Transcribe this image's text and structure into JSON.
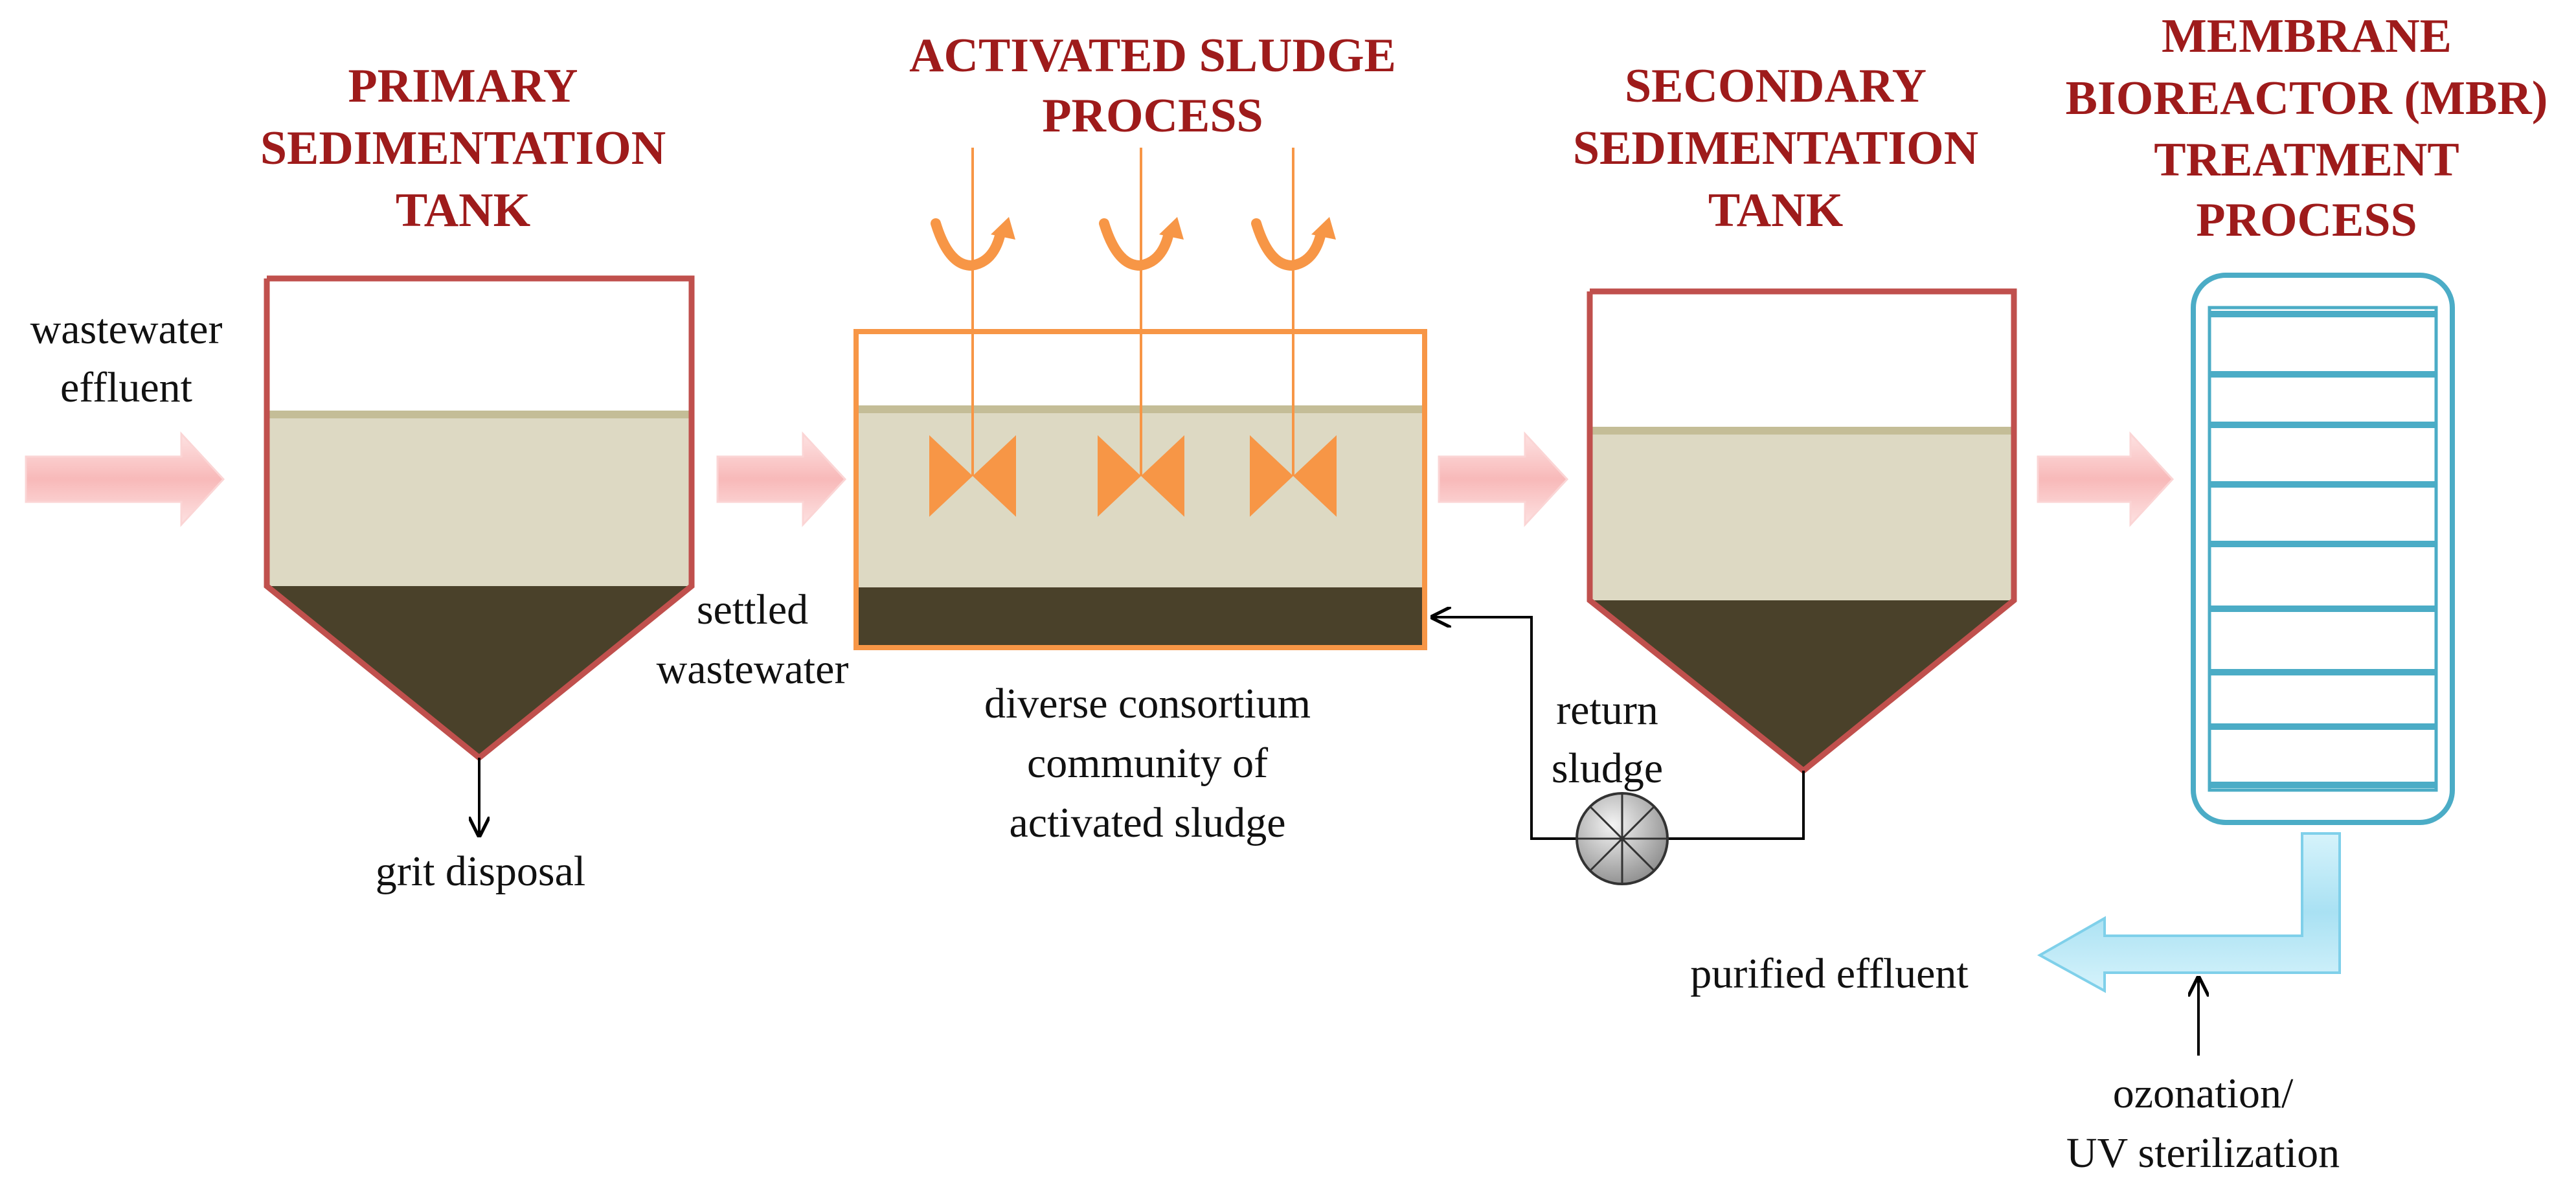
{
  "titles": {
    "primary": [
      "PRIMARY",
      "SEDIMENTATION",
      "TANK"
    ],
    "activated": [
      "ACTIVATED SLUDGE",
      "PROCESS"
    ],
    "secondary": [
      "SECONDARY",
      "SEDIMENTATION",
      "TANK"
    ],
    "mbr": [
      "MEMBRANE",
      "BIOREACTOR (MBR)",
      "TREATMENT",
      "PROCESS"
    ]
  },
  "labels": {
    "influent": [
      "wastewater",
      "effluent"
    ],
    "settled": [
      "settled",
      "wastewater"
    ],
    "grit": "grit disposal",
    "consortium": [
      "diverse consortium",
      "community of",
      "activated sludge"
    ],
    "return_sludge": [
      "return",
      "sludge"
    ],
    "purified": "purified effluent",
    "ozonation": [
      "ozonation/",
      "UV sterilization"
    ]
  },
  "colors": {
    "title": "#9e1b1b",
    "tank_outline": "#c0504d",
    "water": "#ddd9c3",
    "sludge": "#4a412a",
    "aeration": "#f79646",
    "flow_arrow": "#f9c6c6",
    "mbr": "#4bacc6",
    "outlet": "#a9e1f3"
  }
}
